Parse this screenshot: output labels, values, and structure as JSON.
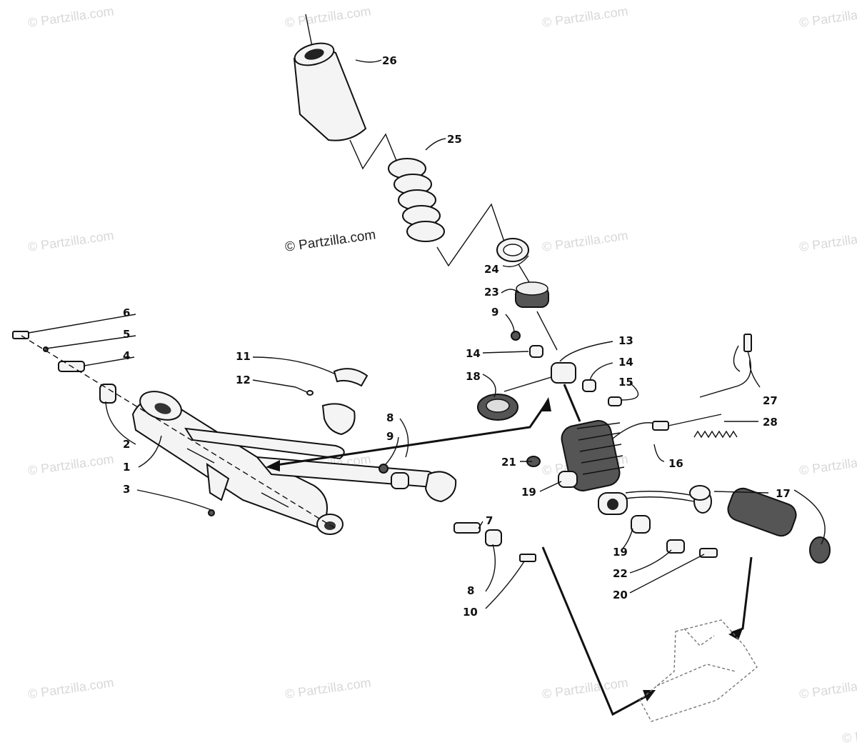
{
  "watermarks": {
    "main_text": "© Partzilla.com",
    "tiles": [
      "© Partzilla.com",
      "© Partzilla.com",
      "© Partzilla.com",
      "© Partzilla.com",
      "© Partzilla.com",
      "© Partzilla.com",
      "© Partzilla.com",
      "© Partzilla.com",
      "© Partzilla.com",
      "© Partzilla.com",
      "© Partzilla.com",
      "© Partzilla.com",
      "© Partzilla.com",
      "© Partzilla.com",
      "© Partzilla.com",
      "© Partzilla.com"
    ]
  },
  "callouts": {
    "c1": "1",
    "c2": "2",
    "c3": "3",
    "c4": "4",
    "c5": "5",
    "c6": "6",
    "c7": "7",
    "c8a": "8",
    "c8b": "8",
    "c9a": "9",
    "c9b": "9",
    "c10": "10",
    "c11": "11",
    "c12": "12",
    "c13": "13",
    "c14a": "14",
    "c14b": "14",
    "c15": "15",
    "c16": "16",
    "c17": "17",
    "c18": "18",
    "c19a": "19",
    "c19b": "19",
    "c20": "20",
    "c21": "21",
    "c22": "22",
    "c23": "23",
    "c24": "24",
    "c25": "25",
    "c26": "26",
    "c27": "27",
    "c28": "28"
  },
  "colors": {
    "ink": "#111111",
    "watermark": "#d8d8d8",
    "background": "#ffffff"
  }
}
